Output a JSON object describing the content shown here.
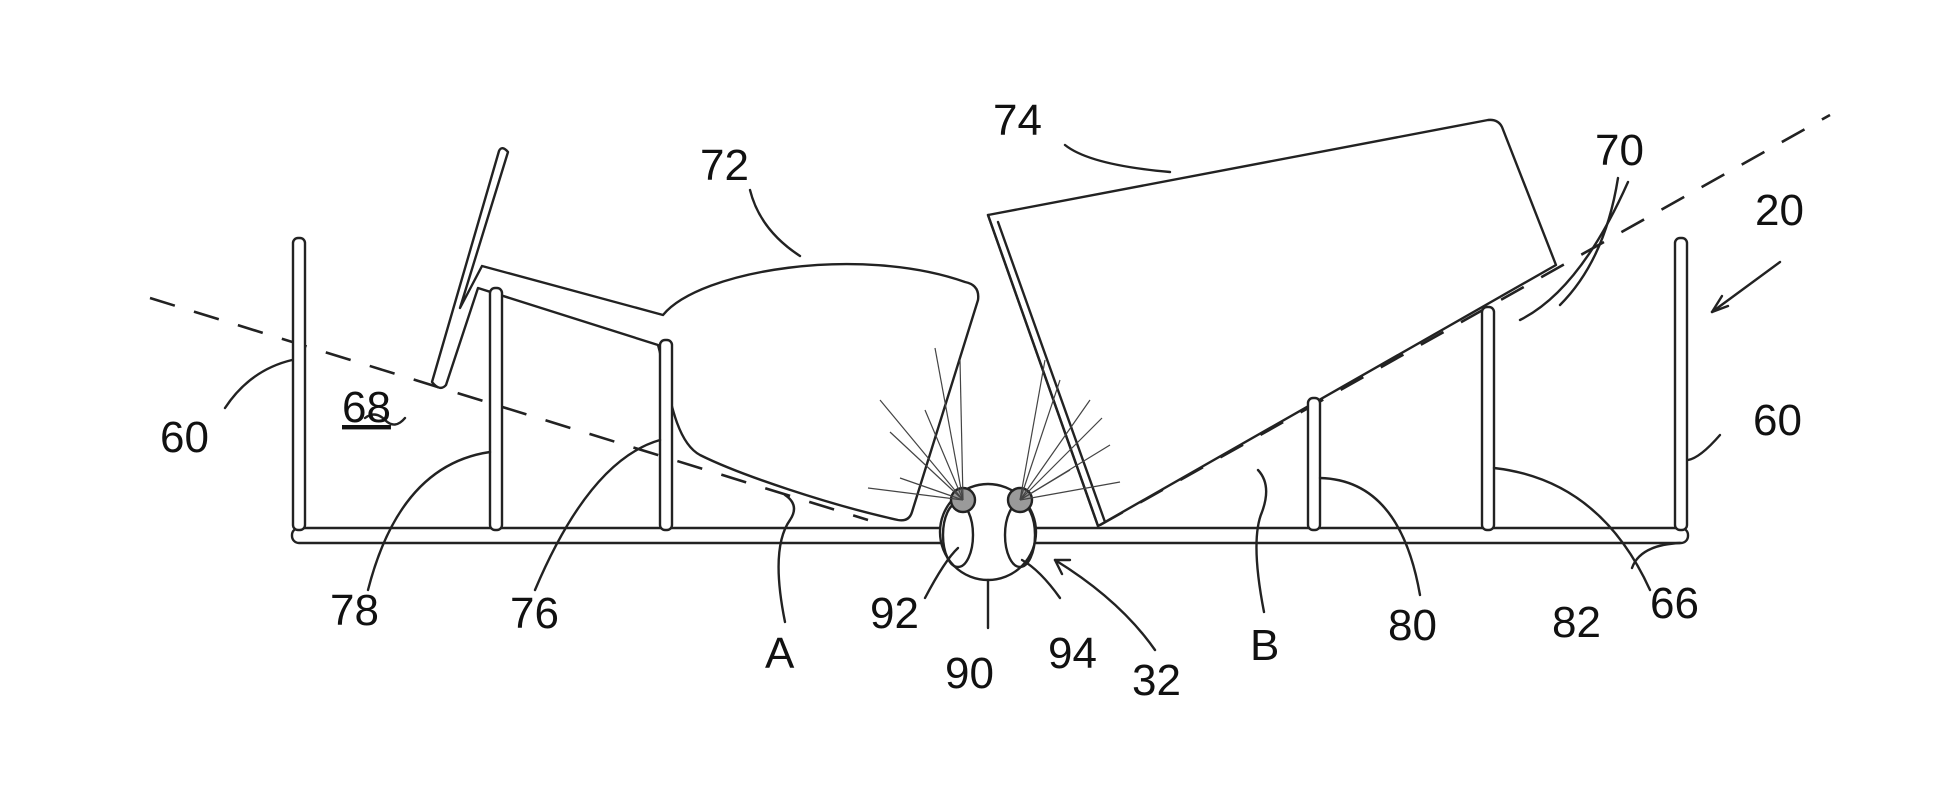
{
  "figure": {
    "labels": {
      "l20": "20",
      "l32": "32",
      "l60_left": "60",
      "l60_right": "60",
      "l66": "66",
      "l68": "68",
      "l70": "70",
      "l72": "72",
      "l74": "74",
      "l76": "76",
      "l78": "78",
      "l80": "80",
      "l82": "82",
      "l90": "90",
      "l92": "92",
      "l94": "94",
      "lA": "A",
      "lB": "B"
    }
  }
}
